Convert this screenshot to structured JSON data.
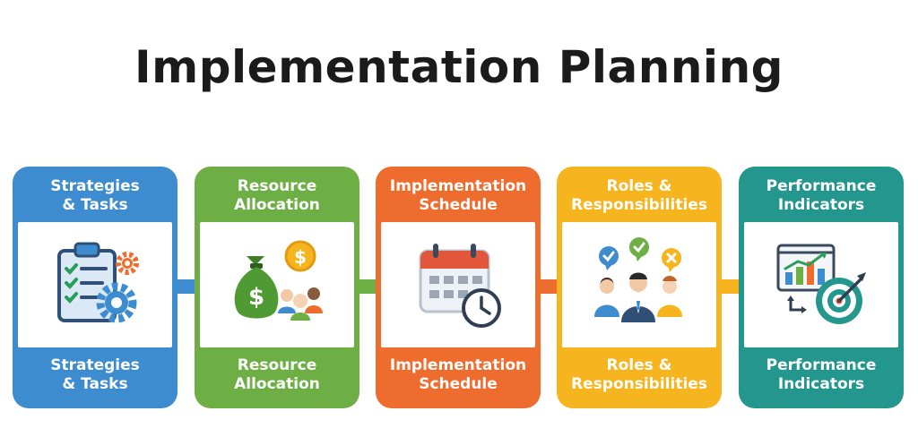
{
  "title": "Implementation Planning",
  "colors": {
    "blue": "#3d8ccf",
    "green": "#6daf45",
    "orange": "#ef6c2f",
    "yellow": "#f6b51f",
    "teal": "#23968e"
  },
  "steps": [
    {
      "top_line1": "Strategies",
      "top_line2": "& Tasks",
      "bottom_line1": "Strategies",
      "bottom_line2": "& Tasks",
      "icon": "checklist-gear-icon",
      "color": "#3d8ccf"
    },
    {
      "top_line1": "Resource",
      "top_line2": "Allocation",
      "bottom_line1": "Resource",
      "bottom_line2": "Allocation",
      "icon": "money-bag-people-icon",
      "color": "#6daf45"
    },
    {
      "top_line1": "Implementation",
      "top_line2": "Schedule",
      "bottom_line1": "Implementation",
      "bottom_line2": "Schedule",
      "icon": "calendar-clock-icon",
      "color": "#ef6c2f"
    },
    {
      "top_line1": "Roles &",
      "top_line2": "Responsibilities",
      "bottom_line1": "Roles &",
      "bottom_line2": "Responsibilities",
      "icon": "team-roles-icon",
      "color": "#f6b51f"
    },
    {
      "top_line1": "Performance",
      "top_line2": "Indicators",
      "bottom_line1": "Performance",
      "bottom_line2": "Indicators",
      "icon": "chart-target-icon",
      "color": "#23968e"
    }
  ]
}
